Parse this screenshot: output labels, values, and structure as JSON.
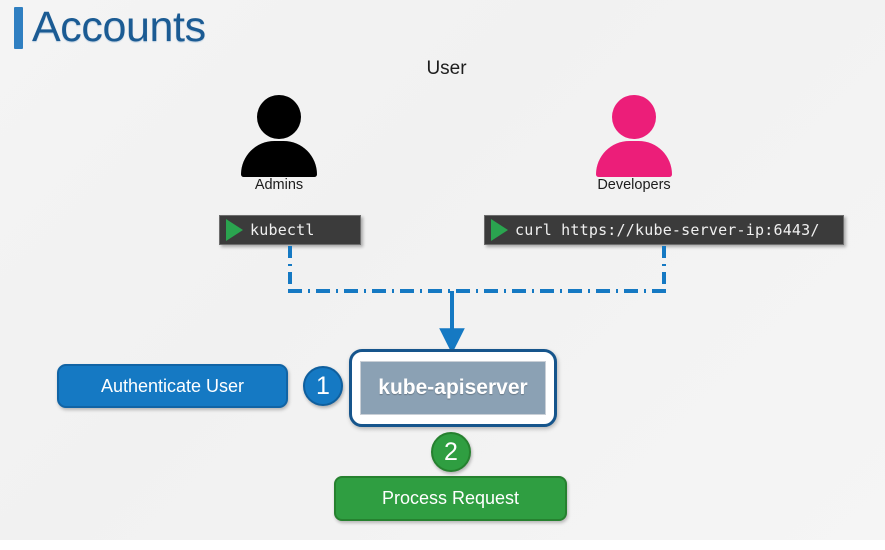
{
  "slide": {
    "title": "Accounts",
    "title_accent_color": "#2f7fc1",
    "title_text_color": "#1b5b93",
    "background_color": "#f2f2f2"
  },
  "user_section": {
    "heading": "User",
    "actors": [
      {
        "id": "admins",
        "label": "Admins",
        "icon": "person-icon",
        "color": "#000000"
      },
      {
        "id": "developers",
        "label": "Developers",
        "icon": "person-icon",
        "color": "#ec1e79"
      }
    ]
  },
  "terminals": [
    {
      "id": "kubectl",
      "command": "kubectl",
      "run_icon": "play-triangle-icon",
      "run_icon_color": "#2aa44f",
      "background_color": "#3b3b3b"
    },
    {
      "id": "curl",
      "command": "curl https://kube-server-ip:6443/",
      "run_icon": "play-triangle-icon",
      "run_icon_color": "#2aa44f",
      "background_color": "#3b3b3b"
    }
  ],
  "flow": {
    "connector_color": "#1579c3",
    "connector_style": "dash-dot",
    "arrow_style": "solid",
    "steps": [
      {
        "number": "1",
        "label": "Authenticate User",
        "badge_color": "#1579c3",
        "box_color": "#1579c3"
      },
      {
        "number": "2",
        "label": "Process Request",
        "badge_color": "#2f9e41",
        "box_color": "#2f9e41"
      }
    ],
    "component": {
      "name": "kube-apiserver",
      "border_color": "#16558c",
      "fill_color": "#8ba1b4"
    }
  }
}
